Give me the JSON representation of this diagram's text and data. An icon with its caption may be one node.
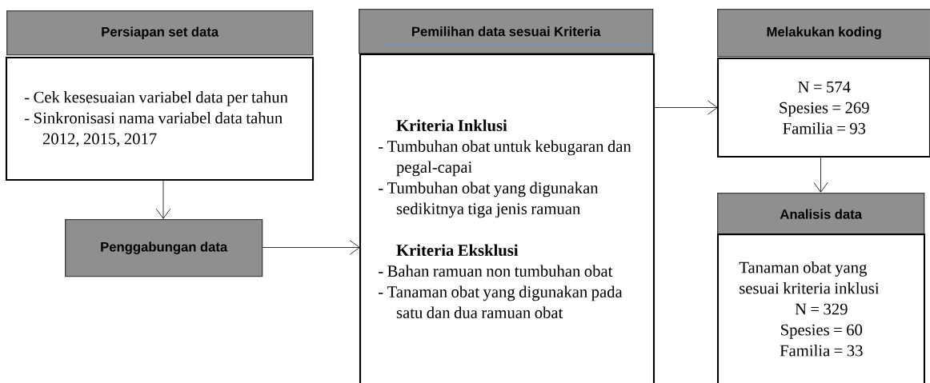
{
  "diagram": {
    "nodes": [
      {
        "text": [
          "Persiapan set data"
        ]
      },
      {
        "text": [
          "- Cek kesesuaian variabel data per tahun",
          "- Sinkronisasi nama variabel data tahun 2012, 2015, 2017"
        ]
      },
      {
        "text": [
          "Penggabungan data"
        ]
      },
      {
        "text": [
          "Pemilihan data sesuai Kriteria"
        ]
      },
      {
        "text": [
          "Kriteria Inklusi",
          "- Tumbuhan obat untuk kebugaran dan pegal-capai",
          "- Tumbuhan obat yang digunakan sedikitnya tiga jenis ramuan",
          "Kriteria Eksklusi",
          "- Bahan ramuan non tumbuhan obat",
          "- Tanaman obat yang digunakan pada satu dan dua ramuan obat"
        ]
      },
      {
        "text": [
          "Melakukan koding"
        ]
      },
      {
        "text": [
          "N = 574",
          "Spesies = 269",
          "Familia = 93"
        ]
      },
      {
        "text": [
          "Analisis data"
        ]
      },
      {
        "text": [
          "Tanaman obat yang sesuai kriteria inklusi",
          "N = 329",
          "Spesies = 60",
          "Familia = 33"
        ]
      }
    ],
    "edges": [
      {
        "from": 1,
        "to": 2,
        "arrow": "to"
      },
      {
        "from": 2,
        "to": 4,
        "arrow": "to"
      },
      {
        "from": 4,
        "to": 6,
        "arrow": "to"
      },
      {
        "from": 6,
        "to": 7,
        "arrow": "to"
      }
    ]
  }
}
